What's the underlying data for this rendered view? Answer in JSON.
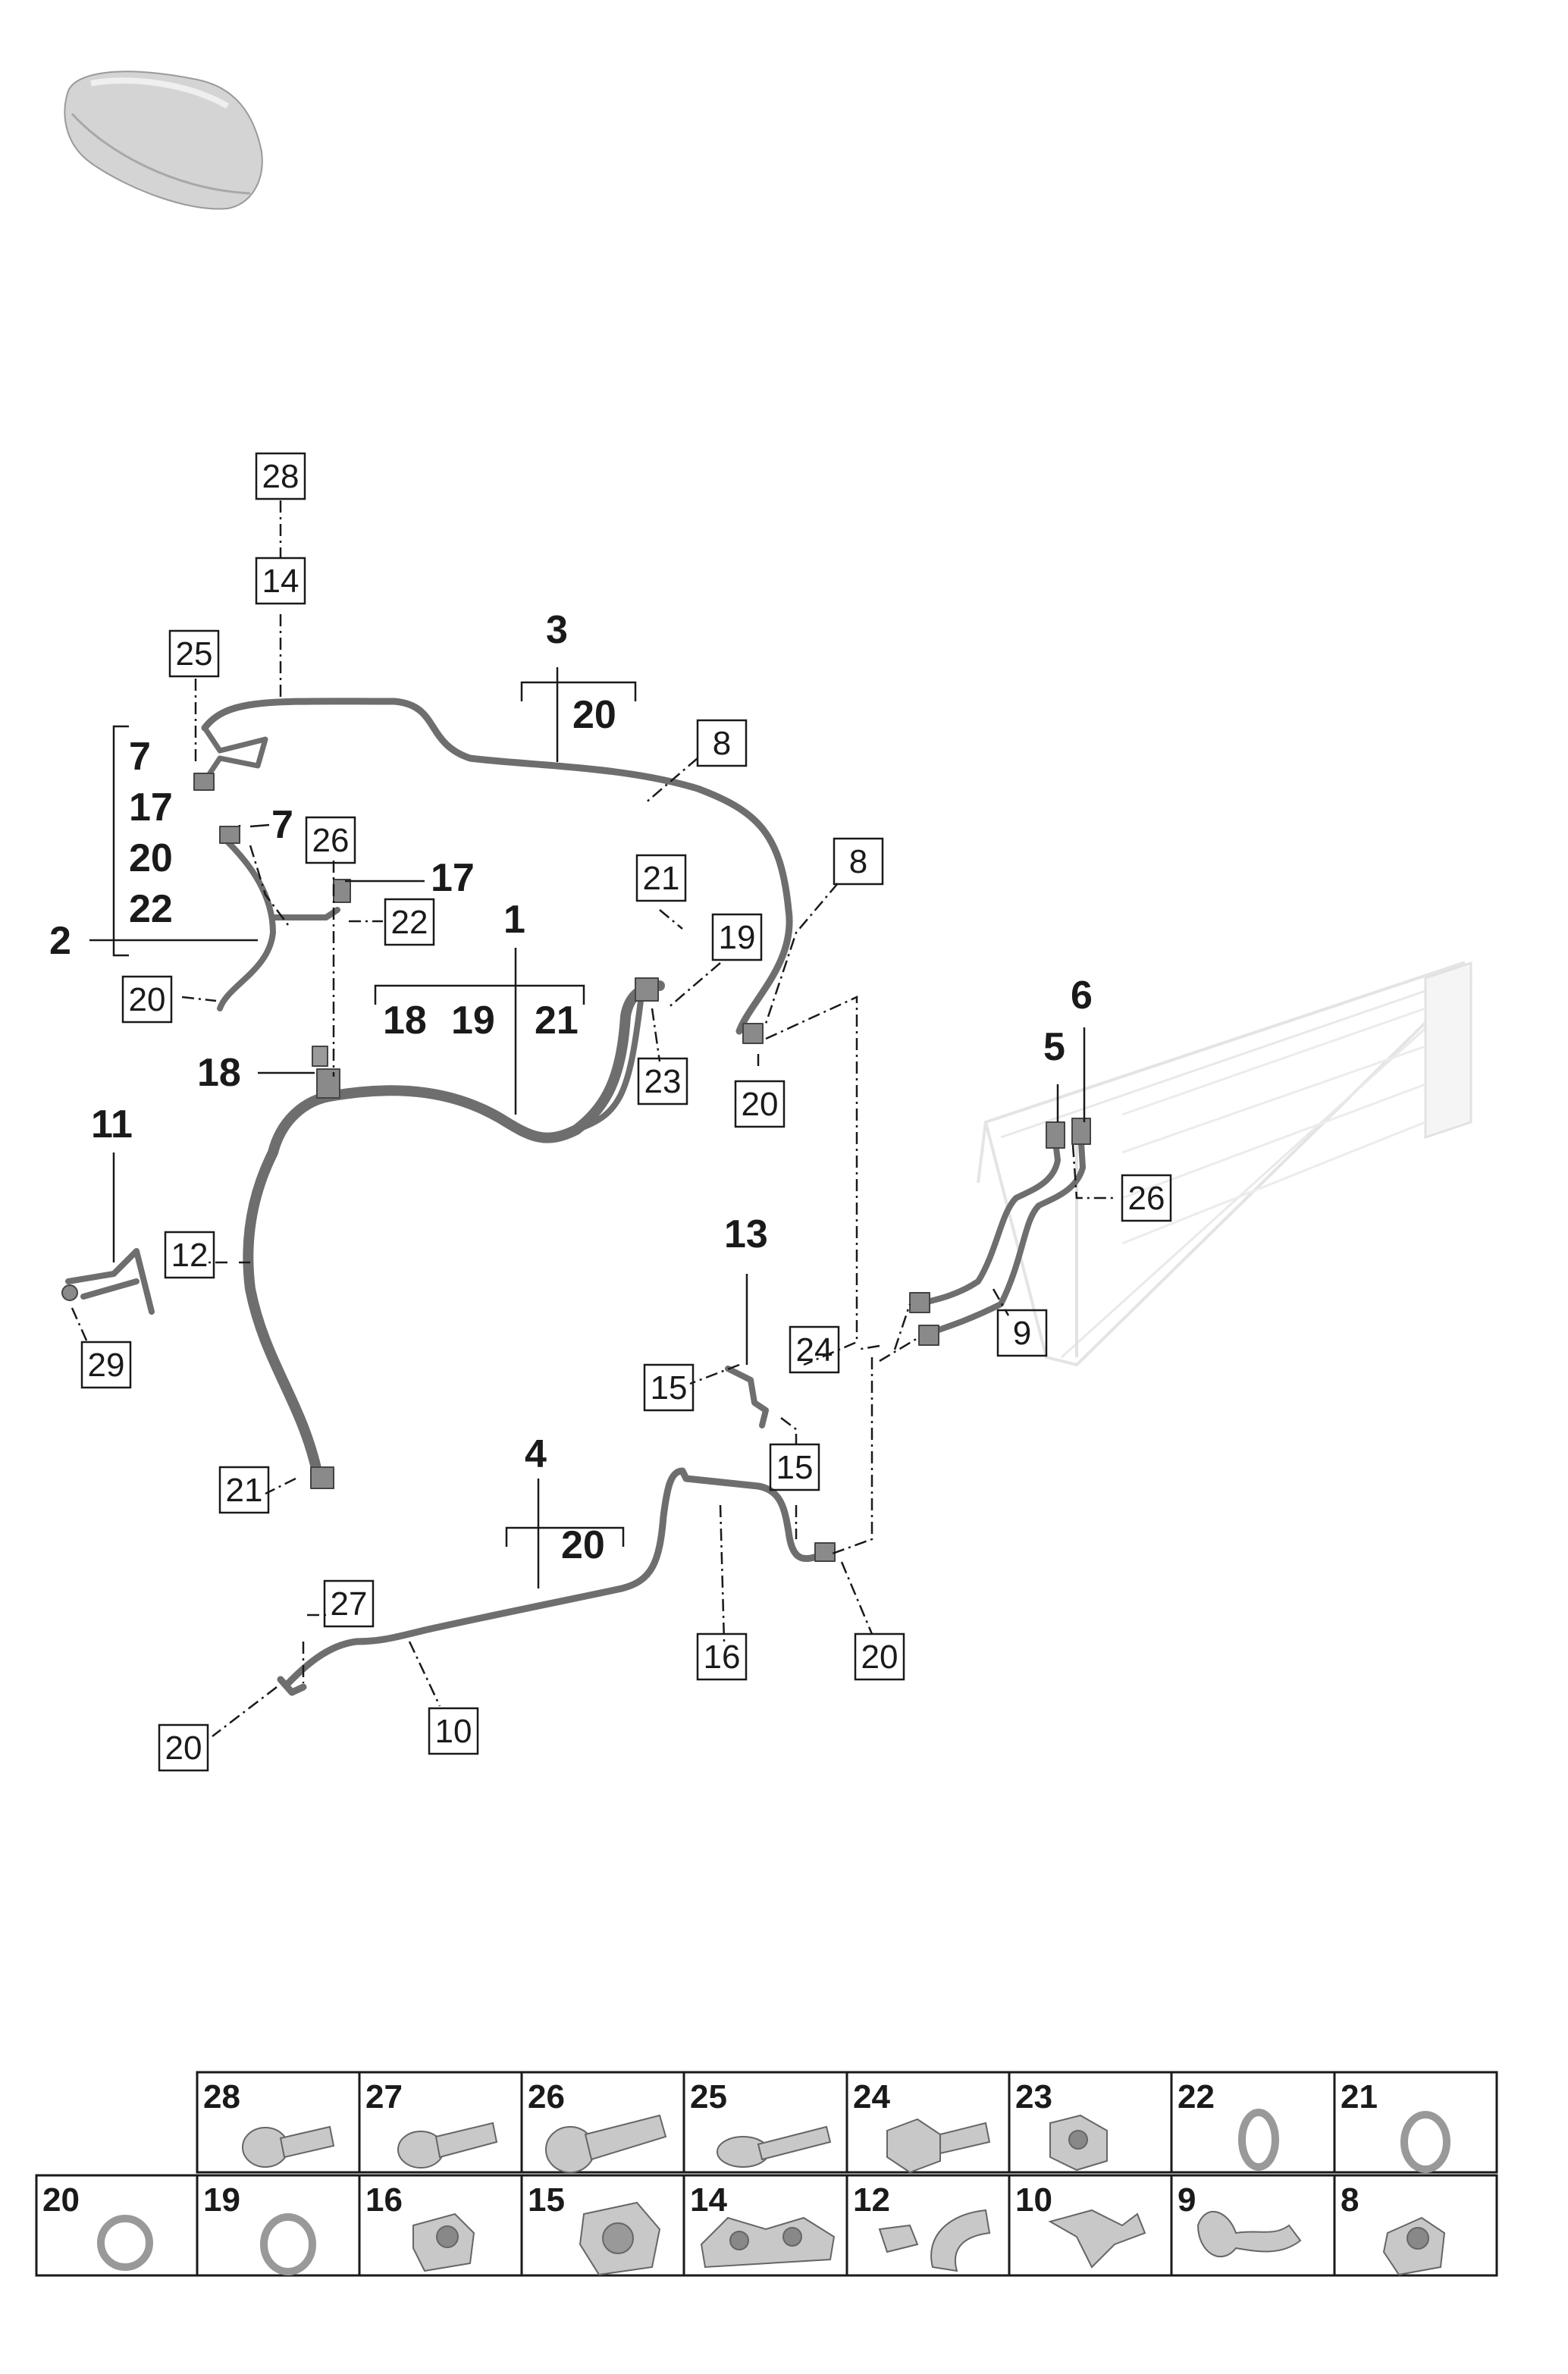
{
  "colors": {
    "pipe": "#6e6e6e",
    "pipe_light": "#b0b0b0",
    "radiator": "#e2e2e2",
    "line": "#1a1a1a",
    "car": "#c9c9c9"
  },
  "icons": {
    "car_silhouette": "car-body-icon",
    "radiator": "condenser-icon"
  },
  "callouts": {
    "c28": "28",
    "c14": "14",
    "c25": "25",
    "c3": "3",
    "c3_20": "20",
    "c8a": "8",
    "c7_list": [
      "7",
      "17",
      "20",
      "22"
    ],
    "c2": "2",
    "c7": "7",
    "c26a": "26",
    "c17": "17",
    "c22": "22",
    "c20a": "20",
    "c1": "1",
    "c1_list": [
      "18",
      "19",
      "21"
    ],
    "c21a": "21",
    "c19": "19",
    "c8b": "8",
    "c23": "23",
    "c20b": "20",
    "c18": "18",
    "c11": "11",
    "c12": "12",
    "c29": "29",
    "c21b": "21",
    "c6": "6",
    "c5": "5",
    "c26b": "26",
    "c9": "9",
    "c13": "13",
    "c24": "24",
    "c15a": "15",
    "c15b": "15",
    "c4": "4",
    "c4_20": "20",
    "c27": "27",
    "c20c": "20",
    "c10": "10",
    "c16": "16",
    "c20d": "20"
  },
  "parts_table": {
    "row1": [
      "28",
      "27",
      "26",
      "25",
      "24",
      "23",
      "22",
      "21"
    ],
    "row2": [
      "20",
      "19",
      "16",
      "15",
      "14",
      "12",
      "10",
      "9",
      "8"
    ]
  }
}
